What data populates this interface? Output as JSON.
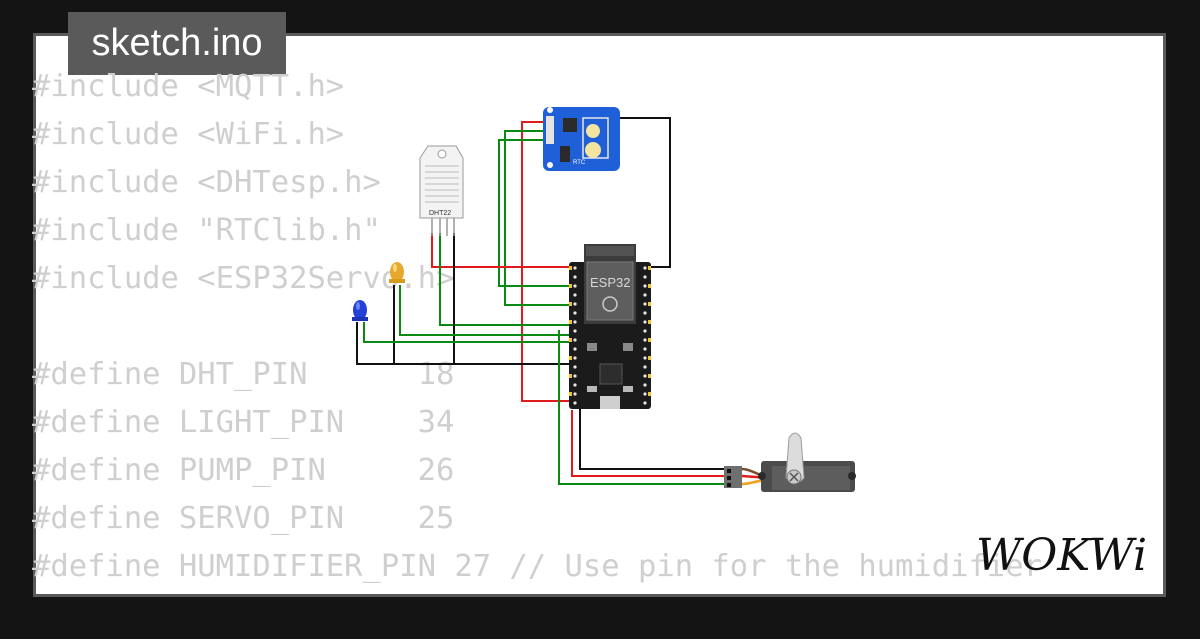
{
  "tab": {
    "title": "sketch.ino"
  },
  "code_lines": [
    "#include <MQTT.h>",
    "#include <WiFi.h>",
    "#include <DHTesp.h>",
    "#include \"RTClib.h\"",
    "#include <ESP32Servo.h>",
    "",
    "#define DHT_PIN      18",
    "#define LIGHT_PIN    34",
    "#define PUMP_PIN     26",
    "#define SERVO_PIN    25",
    "#define HUMIDIFIER_PIN 27 // Use pin for the humidifier"
  ],
  "components": {
    "dht_label": "DHT22",
    "esp32_label": "ESP32",
    "rtc_label": "RTC"
  },
  "brand": {
    "logo_text": "WOKWi"
  },
  "colors": {
    "background": "#141414",
    "card": "#ffffff",
    "tab": "#5a5a5a",
    "code_text": "#cfcfcf",
    "wire_red": "#e11b1b",
    "wire_green": "#0a8a12",
    "wire_black": "#111111",
    "rtc_board": "#1f5fd8",
    "esp32_board": "#1b1b1b",
    "led_yellow": "#e6a92d",
    "led_blue": "#2340d8"
  }
}
